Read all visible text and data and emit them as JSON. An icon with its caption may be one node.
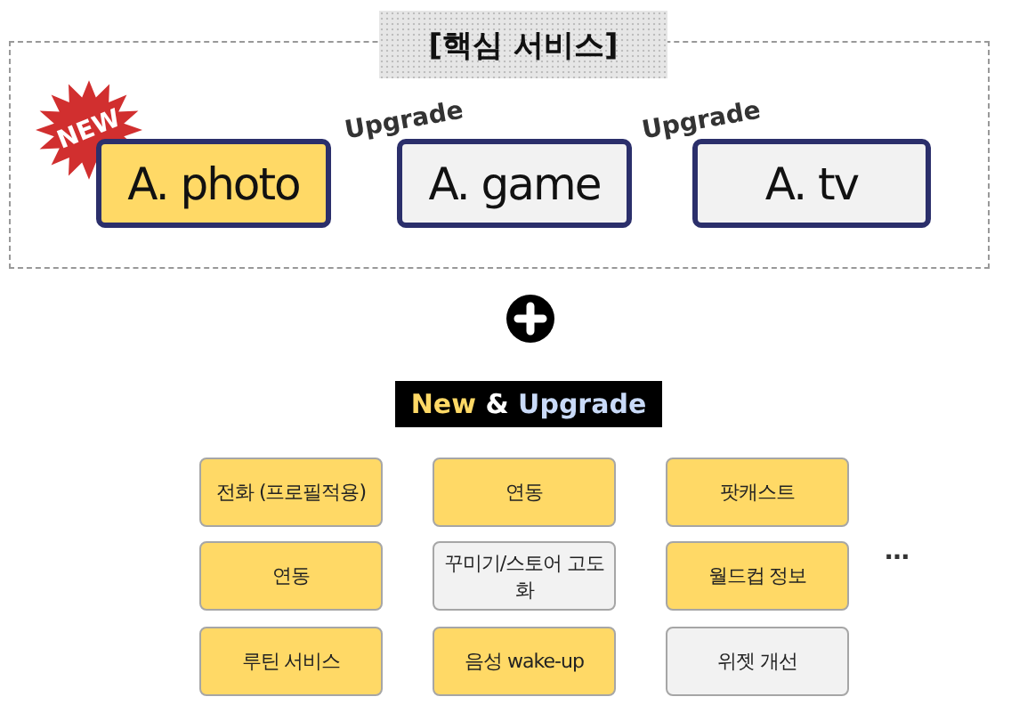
{
  "diagram": {
    "nodes": [
      {
        "text": [
          "[핵심 서비스]"
        ]
      },
      {
        "text": [
          "NEW"
        ],
        "in": 0
      },
      {
        "text": [
          "A. photo"
        ],
        "in": 0
      },
      {
        "text": [
          "A. game"
        ],
        "in": 0
      },
      {
        "text": [
          "A. tv"
        ],
        "in": 0
      },
      {
        "text": [
          "New & Upgrade"
        ]
      },
      {
        "text": [
          "전화 (프로필적용)"
        ]
      },
      {
        "text": [
          "연동"
        ]
      },
      {
        "text": [
          "팟캐스트"
        ]
      },
      {
        "text": [
          "연동"
        ]
      },
      {
        "text": [
          "꾸미기/스토어 고도화"
        ]
      },
      {
        "text": [
          "월드컵 정보"
        ]
      },
      {
        "text": [
          "루틴 서비스"
        ]
      },
      {
        "text": [
          "음성 wake-up"
        ]
      },
      {
        "text": [
          "위젯 개선"
        ]
      }
    ],
    "labels": [
      "Upgrade",
      "Upgrade",
      "…"
    ]
  }
}
